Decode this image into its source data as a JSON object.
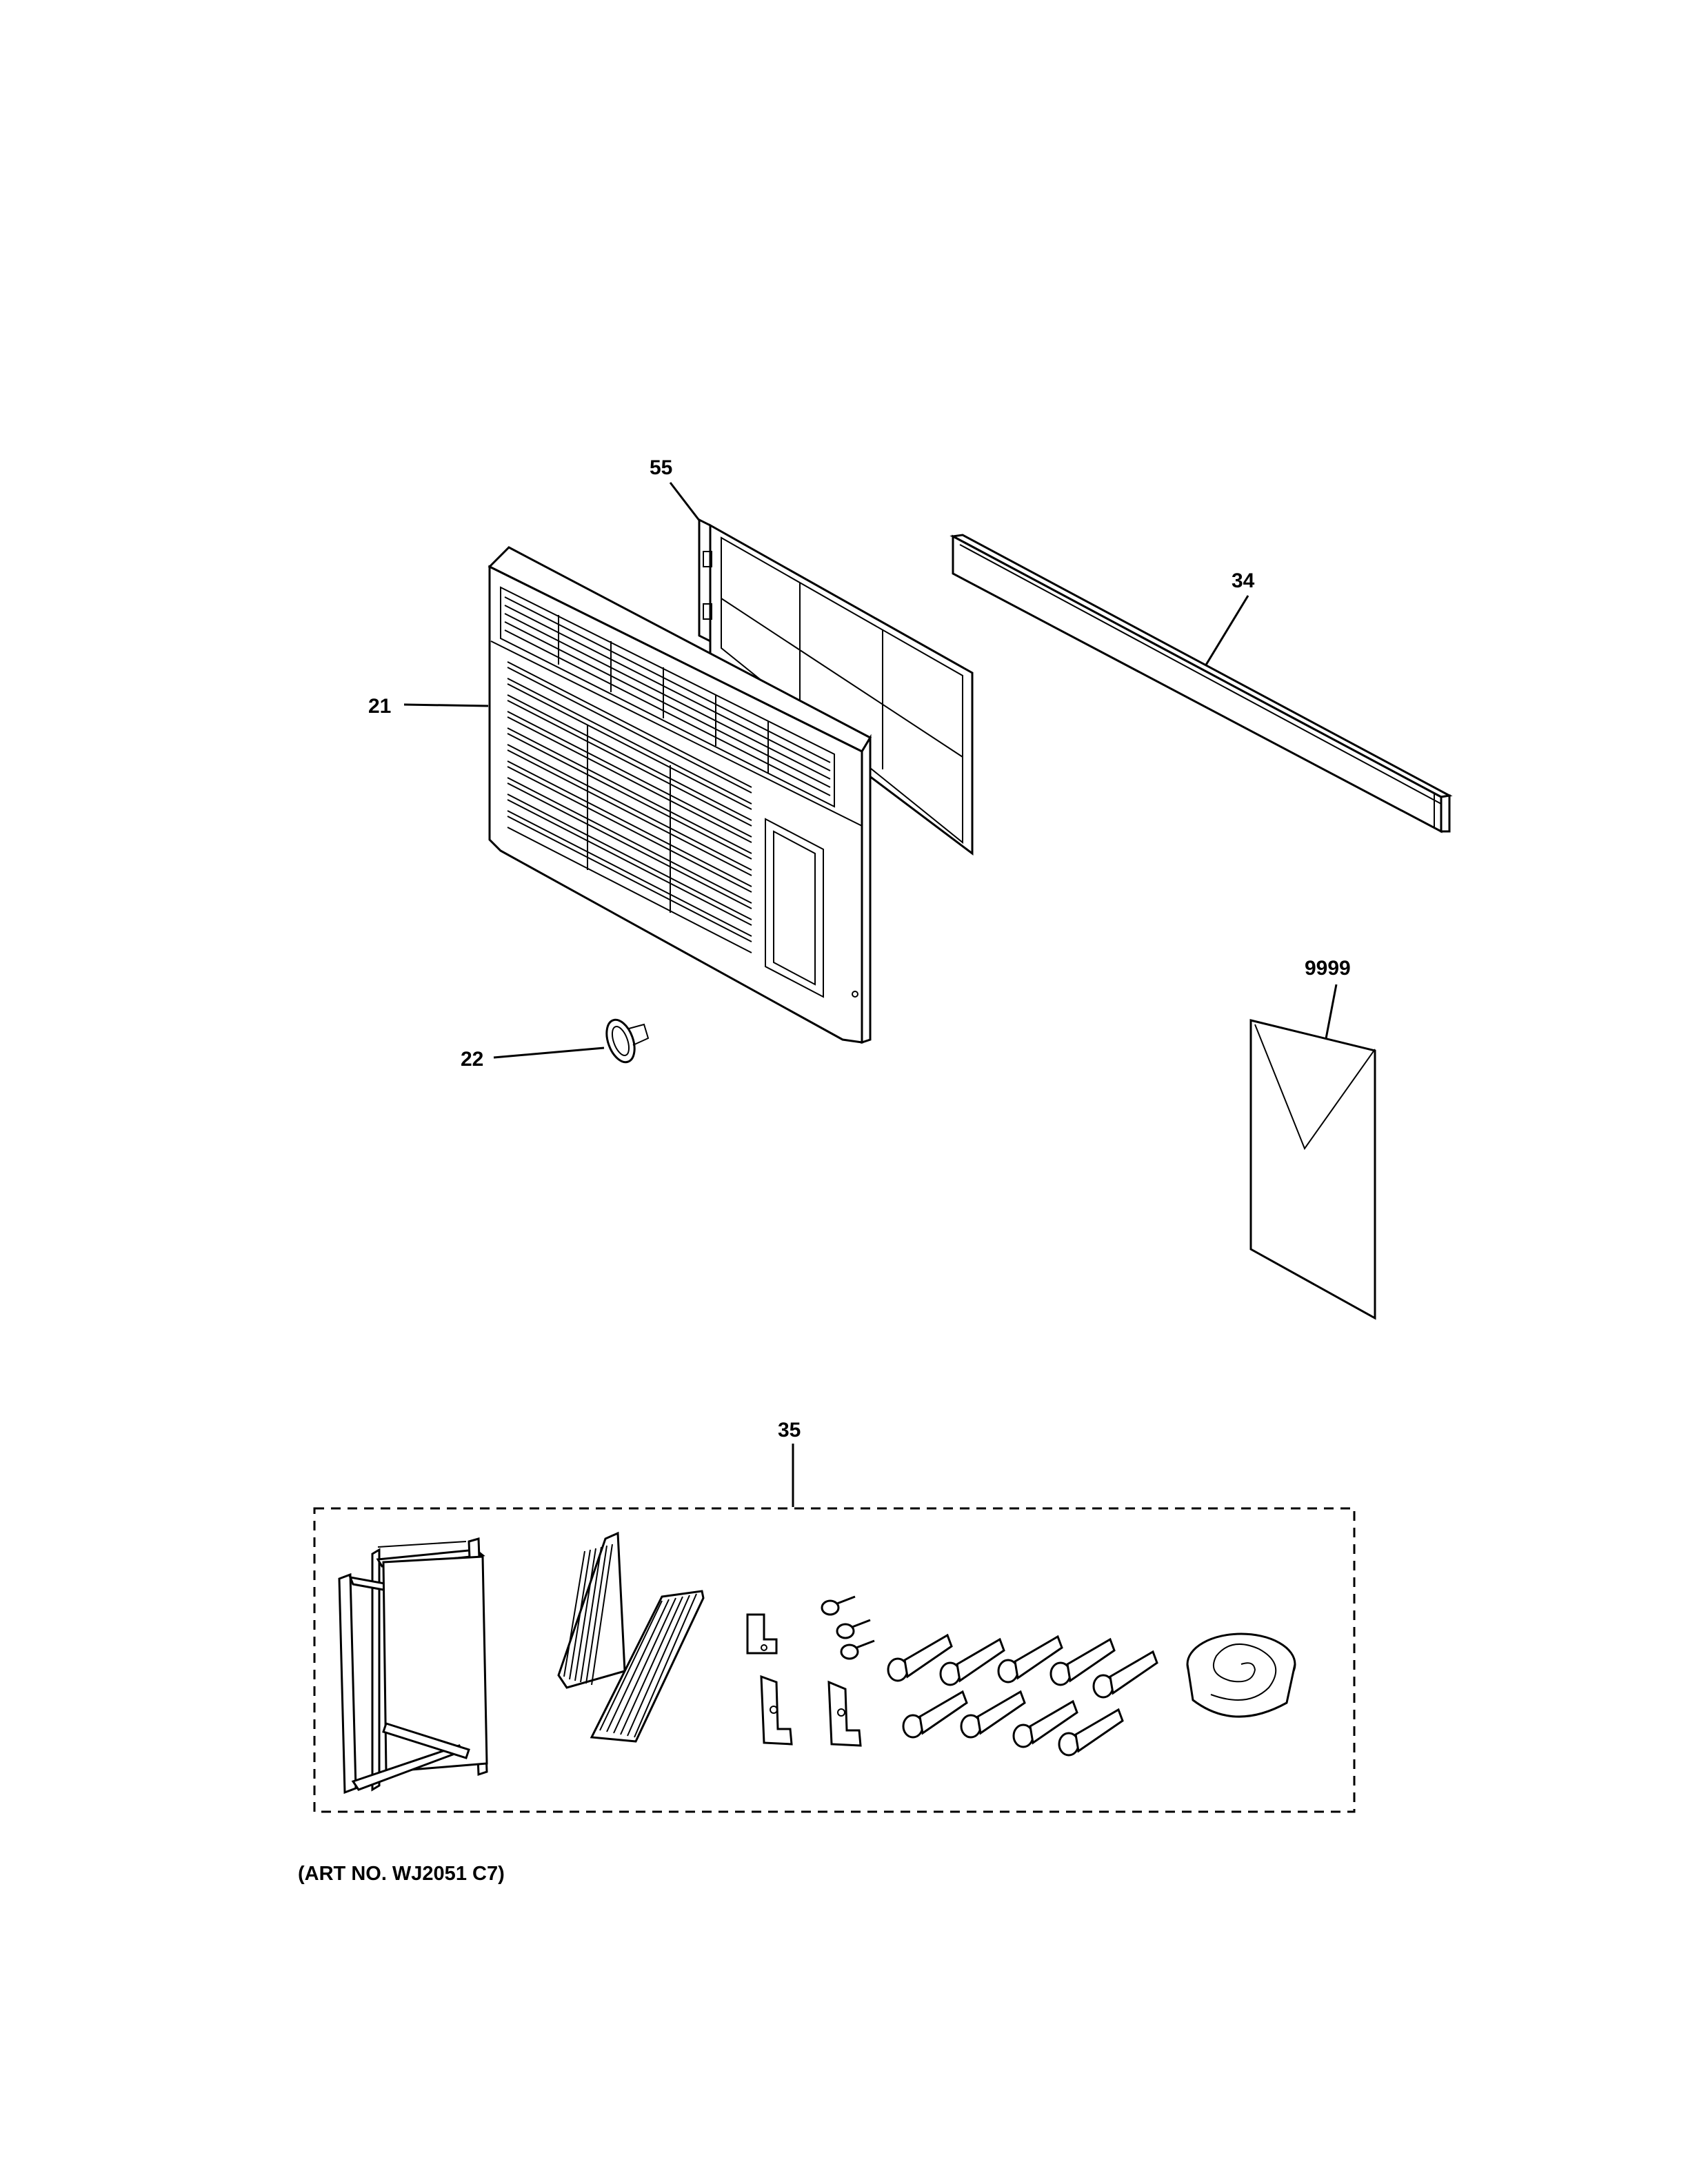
{
  "callouts": {
    "p55": "55",
    "p34": "34",
    "p21": "21",
    "p22": "22",
    "p9999": "9999",
    "p35": "35"
  },
  "art_number": "(ART NO. WJ2051 C7)"
}
